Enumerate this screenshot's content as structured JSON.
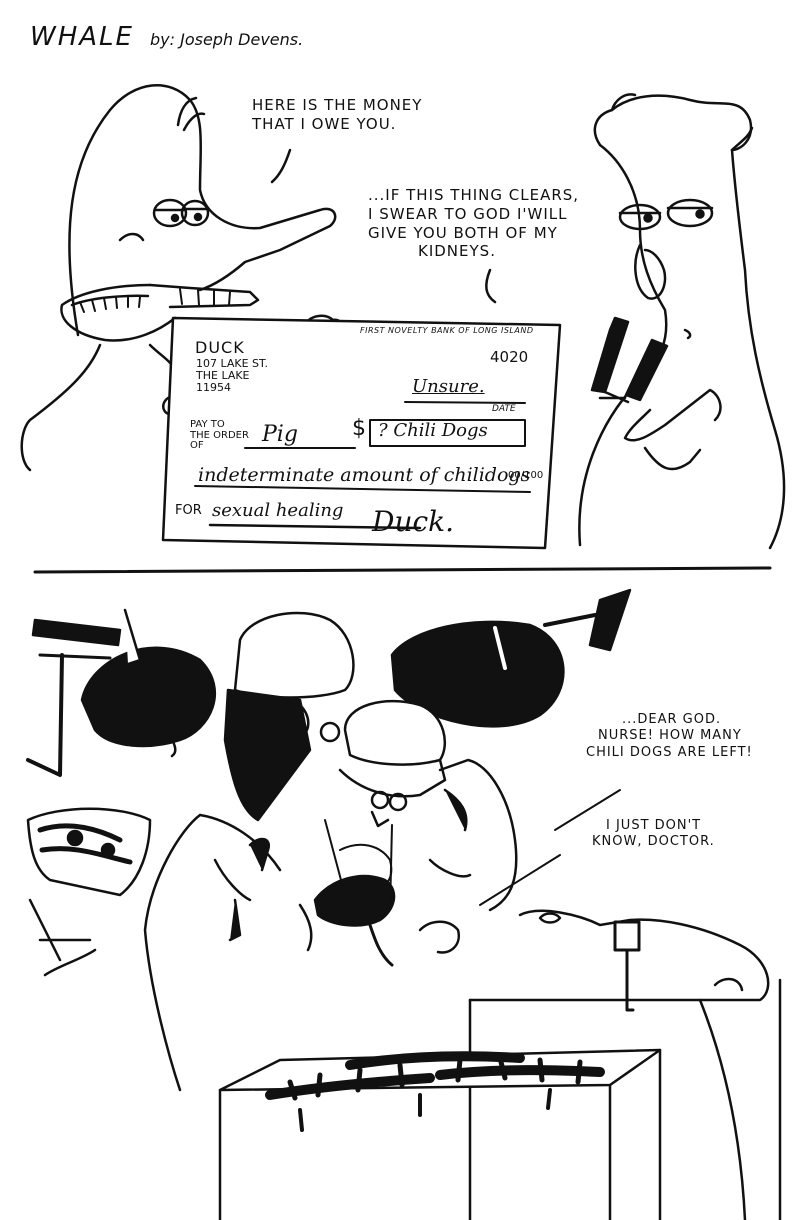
{
  "comic": {
    "title": "WHALE",
    "byline": "by: Joseph Devens."
  },
  "panel1": {
    "duck_speech": [
      "HERE IS THE MONEY",
      "THAT I OWE YOU."
    ],
    "pig_speech": [
      "...IF THIS THING CLEARS,",
      "I SWEAR TO GOD I'WILL",
      "GIVE YOU BOTH OF MY",
      "KIDNEYS."
    ],
    "check": {
      "payer_name": "DUCK",
      "address_line1": "107 LAKE ST.",
      "address_line2": "THE LAKE",
      "address_line3": "11954",
      "bank": "FIRST NOVELTY BANK OF LONG ISLAND",
      "number": "4020",
      "date_value": "Unsure.",
      "date_label": "DATE",
      "pay_to_label_1": "PAY TO",
      "pay_to_label_2": "THE ORDER",
      "pay_to_label_3": "OF",
      "payee": "Pig",
      "dollar_sign": "$",
      "amount_box": "? Chili Dogs",
      "written_amount": "indeterminate amount of chilidogs",
      "cents": "00/100",
      "for_label": "FOR",
      "memo": "sexual healing",
      "signature": "Duck."
    }
  },
  "panel2": {
    "doctor_speech": [
      "...DEAR GOD.",
      "NURSE! HOW MANY",
      "CHILI DOGS ARE LEFT!"
    ],
    "nurse_speech": [
      "I JUST DON'T",
      "KNOW, DOCTOR."
    ]
  }
}
